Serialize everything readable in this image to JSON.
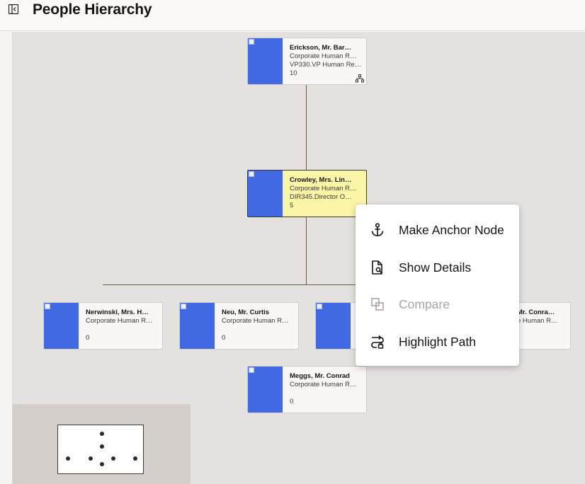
{
  "header": {
    "title": "People Hierarchy"
  },
  "nodes": {
    "erickson": {
      "name": "Erickson, Mr. Bar…",
      "department": "Corporate Human R…",
      "position": "VP330.VP Human Re…",
      "count": "10"
    },
    "crowley": {
      "name": "Crowley, Mrs. Lin…",
      "department": "Corporate Human R…",
      "position": "DIR345.Director O…",
      "count": "5"
    },
    "nerwinski": {
      "name": "Nerwinski, Mrs. H…",
      "department": "Corporate Human R…",
      "count": "0"
    },
    "neu": {
      "name": "Neu, Mr. Curtis",
      "department": "Corporate Human R…",
      "count": "0"
    },
    "partial_name": {
      "name": "Mr. Conra…",
      "department": "e Human R…"
    },
    "meggs": {
      "name": "Meggs, Mr. Conrad",
      "department": "Corporate Human R…",
      "count": "0"
    }
  },
  "context_menu": {
    "items": [
      {
        "label": "Make Anchor Node",
        "icon": "anchor-icon",
        "enabled": true
      },
      {
        "label": "Show Details",
        "icon": "document-search-icon",
        "enabled": true
      },
      {
        "label": "Compare",
        "icon": "compare-icon",
        "enabled": false
      },
      {
        "label": "Highlight Path",
        "icon": "highlight-path-icon",
        "enabled": true
      }
    ]
  },
  "colors": {
    "photo_placeholder": "#4169e1",
    "selected_node": "#fbf5a8",
    "canvas": "#e4e2df",
    "connector": "#6b5a52"
  }
}
